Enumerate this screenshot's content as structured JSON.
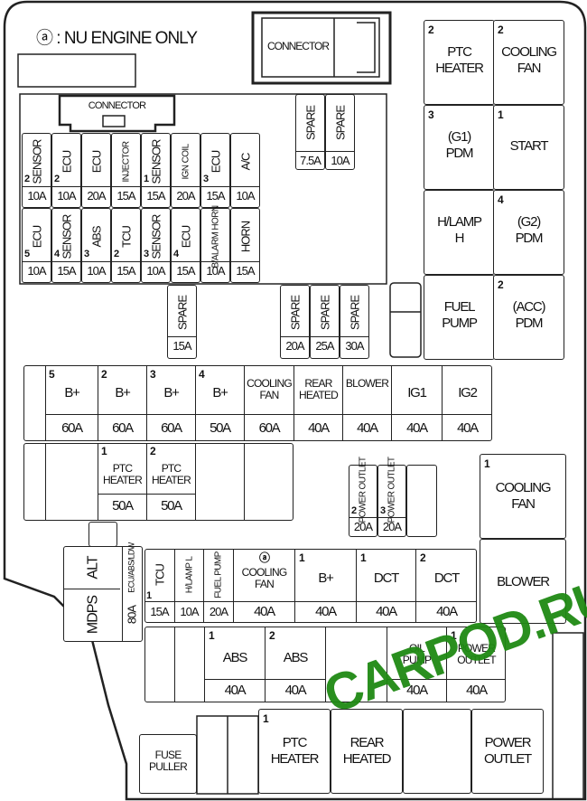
{
  "note": "ⓐ : NU ENGINE ONLY",
  "connector_top": "CONNECTOR",
  "connector_mid": "CONNECTOR",
  "right_top": [
    {
      "num": "2",
      "label": "PTC\nHEATER"
    },
    {
      "num": "2",
      "label": "COOLING\nFAN"
    },
    {
      "num": "3",
      "label": "(G1)\nPDM"
    },
    {
      "num": "1",
      "label": "START"
    },
    {
      "num": "",
      "label": "H/LAMP\nH"
    },
    {
      "num": "4",
      "label": "(G2)\nPDM"
    },
    {
      "num": "",
      "label": "FUEL\nPUMP"
    },
    {
      "num": "2",
      "label": "(ACC)\nPDM"
    }
  ],
  "spares_top": [
    {
      "label": "SPARE",
      "amp": "7.5A"
    },
    {
      "label": "SPARE",
      "amp": "10A"
    }
  ],
  "mini_row1": [
    {
      "num": "2",
      "label": "SENSOR",
      "amp": "10A"
    },
    {
      "num": "2",
      "label": "ECU",
      "amp": "10A"
    },
    {
      "num": "",
      "label": "ECU",
      "amp": "20A"
    },
    {
      "num": "",
      "label": "INJECTOR",
      "amp": "15A"
    },
    {
      "num": "1",
      "label": "SENSOR",
      "amp": "15A"
    },
    {
      "num": "",
      "label": "IGN COIL",
      "amp": "20A"
    },
    {
      "num": "3",
      "label": "ECU",
      "amp": "15A"
    },
    {
      "num": "",
      "label": "A/C",
      "amp": "10A"
    }
  ],
  "mini_row2": [
    {
      "num": "5",
      "label": "ECU",
      "amp": "10A"
    },
    {
      "num": "4",
      "label": "SENSOR",
      "amp": "15A"
    },
    {
      "num": "3",
      "label": "ABS",
      "amp": "10A"
    },
    {
      "num": "2",
      "label": "TCU",
      "amp": "15A"
    },
    {
      "num": "3",
      "label": "SENSOR",
      "amp": "10A"
    },
    {
      "num": "4",
      "label": "ECU",
      "amp": "15A"
    },
    {
      "num": "",
      "label": "B/ALARM HORN",
      "amp": "10A"
    },
    {
      "num": "",
      "label": "HORN",
      "amp": "15A"
    }
  ],
  "spare_mid": {
    "label": "SPARE",
    "amp": "15A"
  },
  "spares_right": [
    {
      "label": "SPARE",
      "amp": "20A"
    },
    {
      "label": "SPARE",
      "amp": "25A"
    },
    {
      "label": "SPARE",
      "amp": "30A"
    }
  ],
  "row60": [
    {
      "num": "5",
      "label": "B+",
      "amp": "60A"
    },
    {
      "num": "2",
      "label": "B+",
      "amp": "60A"
    },
    {
      "num": "3",
      "label": "B+",
      "amp": "60A"
    },
    {
      "num": "4",
      "label": "B+",
      "amp": "50A"
    },
    {
      "num": "",
      "label": "COOLING\nFAN",
      "amp": "60A"
    },
    {
      "num": "",
      "label": "REAR\nHEATED",
      "amp": "40A"
    },
    {
      "num": "",
      "label": "BLOWER",
      "amp": "40A"
    },
    {
      "num": "",
      "label": "IG1",
      "amp": "40A"
    },
    {
      "num": "",
      "label": "IG2",
      "amp": "40A"
    }
  ],
  "ptc_row": [
    {
      "num": "1",
      "label": "PTC\nHEATER",
      "amp": "50A"
    },
    {
      "num": "2",
      "label": "PTC\nHEATER",
      "amp": "50A"
    }
  ],
  "power_outlets_small": [
    {
      "num": "2",
      "label": "POWER OUTLET",
      "amp": "20A"
    },
    {
      "num": "3",
      "label": "POWER OUTLET",
      "amp": "20A"
    }
  ],
  "right_mid": [
    {
      "num": "1",
      "label": "COOLING\nFAN"
    },
    {
      "num": "",
      "label": "BLOWER"
    }
  ],
  "alt_block": {
    "alt": "ALT",
    "mdps": "MDPS",
    "ecu_amp": "80A",
    "ecu_label": "ECU/ABS/LDW"
  },
  "row40a": [
    {
      "num": "1",
      "label": "TCU",
      "amp": "15A"
    },
    {
      "num": "",
      "label": "H/LAMP L",
      "amp": "10A"
    },
    {
      "num": "",
      "label": "FUEL PUMP",
      "amp": "20A"
    },
    {
      "num": "ⓐ",
      "label": "COOLING\nFAN",
      "amp": "40A"
    },
    {
      "num": "1",
      "label": "B+",
      "amp": "40A"
    },
    {
      "num": "1",
      "label": "DCT",
      "amp": "40A"
    },
    {
      "num": "2",
      "label": "DCT",
      "amp": "40A"
    }
  ],
  "row40b": [
    {
      "num": "1",
      "label": "ABS",
      "amp": "40A"
    },
    {
      "num": "2",
      "label": "ABS",
      "amp": "40A"
    },
    {
      "num": "",
      "label": "OIL\nPUMP",
      "amp": "40A"
    },
    {
      "num": "1",
      "label": "POWER\nOUTLET",
      "amp": "40A"
    }
  ],
  "bottom": [
    {
      "num": "",
      "label": "FUSE\nPULLER"
    },
    {
      "num": "1",
      "label": "PTC\nHEATER"
    },
    {
      "num": "",
      "label": "REAR\nHEATED"
    },
    {
      "num": "",
      "label": "POWER\nOUTLET"
    }
  ],
  "watermark": "CARPOD.RU"
}
